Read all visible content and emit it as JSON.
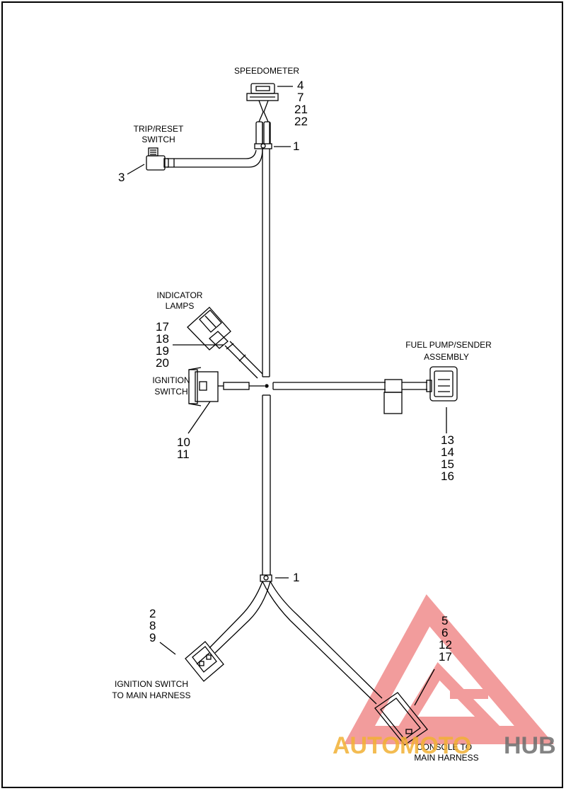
{
  "labels": {
    "speedometer": "SPEEDOMETER",
    "trip_reset_1": "TRIP/RESET",
    "trip_reset_2": "SWITCH",
    "indicator_1": "INDICATOR",
    "indicator_2": "LAMPS",
    "ignition_1": "IGNITION",
    "ignition_2": "SWITCH",
    "fuel_1": "FUEL PUMP/SENDER",
    "fuel_2": "ASSEMBLY",
    "ign_main_1": "IGNITION SWITCH",
    "ign_main_2": "TO MAIN HARNESS",
    "console_1": "CONSOLE TO",
    "console_2": "MAIN HARNESS"
  },
  "callouts": {
    "speedometer": [
      "4",
      "7",
      "21",
      "22"
    ],
    "clip_top": "1",
    "trip_reset": "3",
    "indicator": [
      "17",
      "18",
      "19",
      "20"
    ],
    "ignition": [
      "10",
      "11"
    ],
    "fuel": [
      "13",
      "14",
      "15",
      "16"
    ],
    "clip_bottom": "1",
    "ign_main": [
      "2",
      "8",
      "9"
    ],
    "console": [
      "5",
      "6",
      "12",
      "17"
    ]
  },
  "watermark": {
    "part1": "AUTO",
    "part2": "MOTO",
    "part3": "HUB",
    "color_red": "#e84c4c",
    "color_yellow": "#f2b134",
    "color_gray": "#6e6e6e"
  }
}
